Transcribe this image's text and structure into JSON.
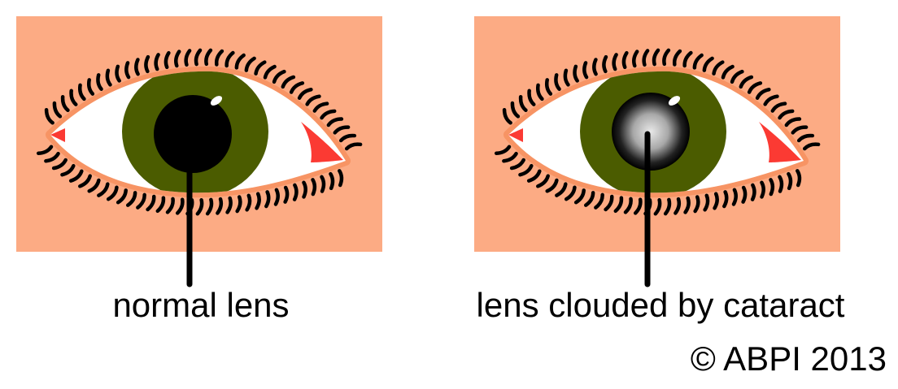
{
  "panels": [
    {
      "label": "normal lens",
      "state": "normal"
    },
    {
      "label": "lens clouded by cataract",
      "state": "cataract"
    }
  ],
  "copyright": "© ABPI 2013",
  "colors": {
    "skin": "#fcab84",
    "lid_rim": "#f79464",
    "iris": "#4b5c00",
    "pupil": "#000000",
    "sclera": "#ffffff",
    "caruncle": "#fb3a33"
  }
}
